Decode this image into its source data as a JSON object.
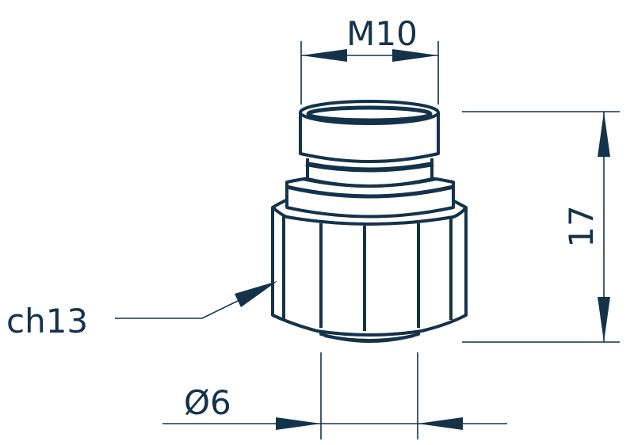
{
  "drawing": {
    "line_color": "#14334a",
    "dimensions": {
      "thread": "M10",
      "height": "17",
      "wrench_size": "ch13",
      "diameter": "Ø6"
    }
  }
}
